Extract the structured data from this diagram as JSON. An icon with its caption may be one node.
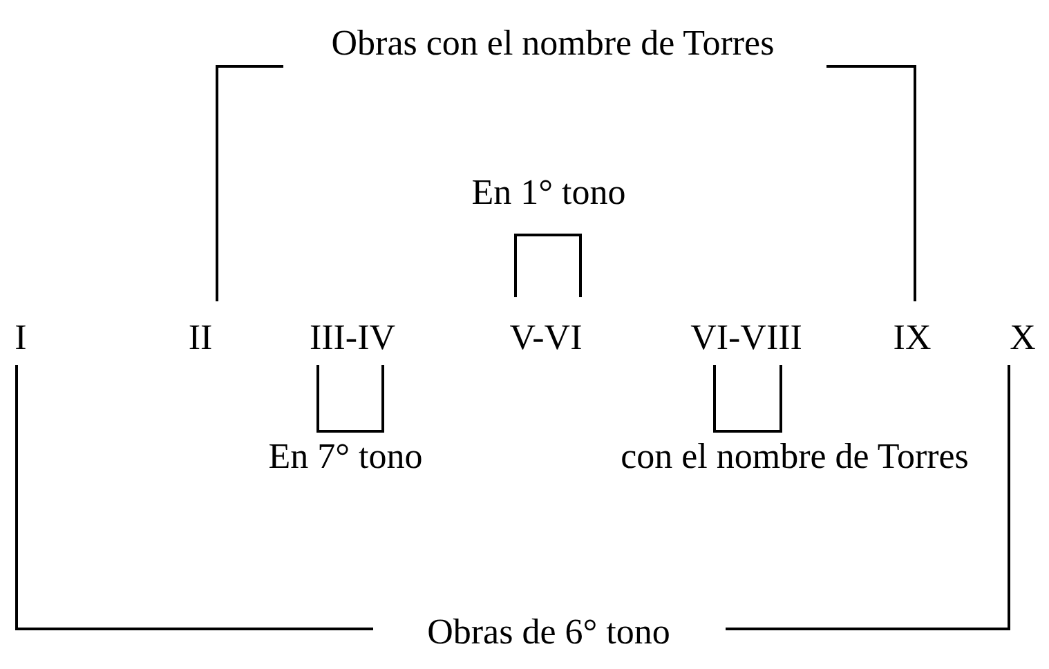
{
  "diagram": {
    "labels": [
      "Obras con el nombre de Torres",
      "En 1° tono",
      "I",
      "II",
      "III-IV",
      "V-VI",
      "VI-VIII",
      "IX",
      "X",
      "En 7° tono",
      "con el nombre de Torres",
      "Obras de 6° tono"
    ]
  }
}
